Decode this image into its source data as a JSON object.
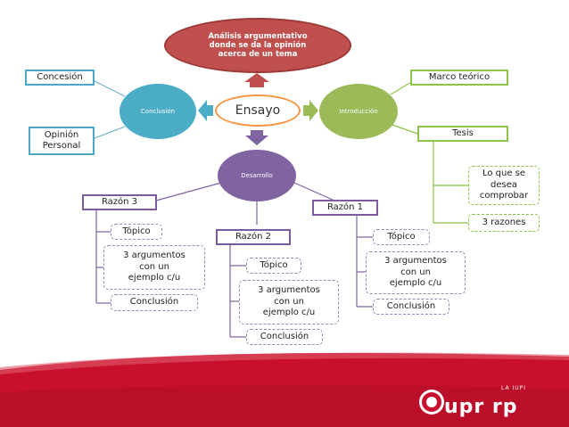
{
  "diagram": {
    "top": "Análisis argumentativo\ndonde se da la opinión\nacerca de un tema",
    "center": "Ensayo",
    "left_node": "Conclusión",
    "right_node": "Introducción",
    "bottom_node": "Desarrollo",
    "concesion": "Concesión",
    "opinion": "Opinión\nPersonal",
    "marco": "Marco teórico",
    "tesis": "Tesis",
    "lo_que": "Lo  que se\ndesea\ncomprobar",
    "razones": "3 razones",
    "razon3": "Razón 3",
    "razon2": "Razón 2",
    "razon1": "Razón 1",
    "topico": "Tópico",
    "argumentos": "3 argumentos\ncon  un\nejemplo c/u",
    "conclusion_small": "Conclusión"
  },
  "footer": {
    "logo": "upr rp",
    "logo_small": "LA IUPI"
  },
  "colors": {
    "top": "#c0504d",
    "center_border": "#f79646",
    "blue": "#4bacc6",
    "green": "#9bbb59",
    "purple": "#8064a2",
    "footer_red": "#c8102e"
  }
}
